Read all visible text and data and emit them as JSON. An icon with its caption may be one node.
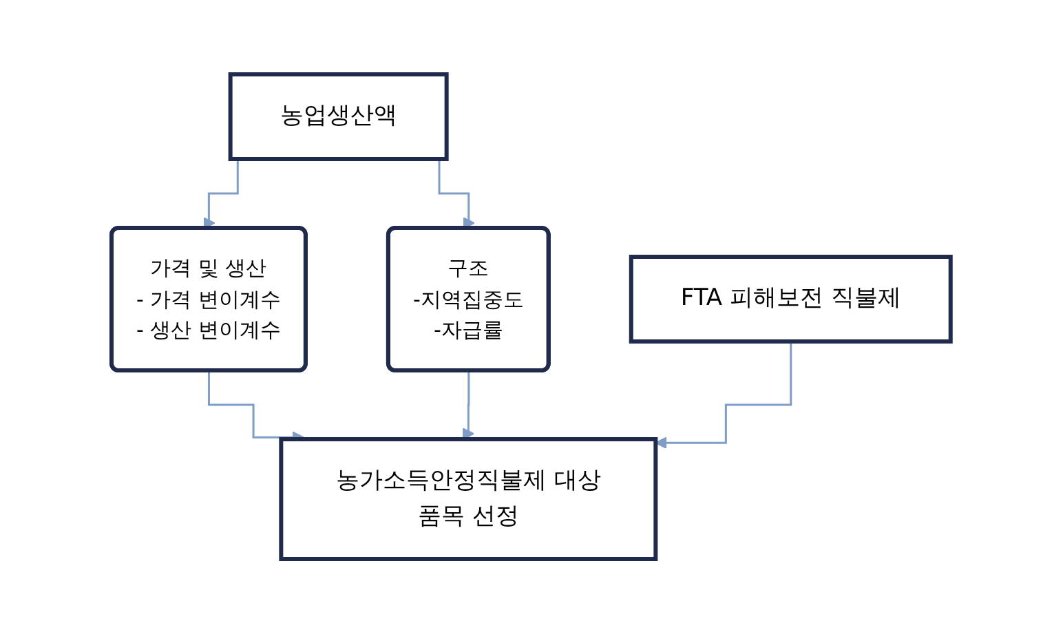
{
  "diagram": {
    "nodes": [
      {
        "text": [
          "농업생산액"
        ]
      },
      {
        "text": [
          "가격 및 생산",
          "- 가격 변이계수",
          "- 생산 변이계수"
        ]
      },
      {
        "text": [
          "구조",
          "-지역집중도",
          "-자급률"
        ]
      },
      {
        "text": [
          "FTA 피해보전 직불제"
        ]
      },
      {
        "text": [
          "농가소득안정직불제 대상품목 선정"
        ]
      }
    ],
    "edges": [
      {
        "from": 0,
        "to": 1,
        "arrow": "to"
      },
      {
        "from": 0,
        "to": 2,
        "arrow": "to"
      },
      {
        "from": 1,
        "to": 4,
        "arrow": "to"
      },
      {
        "from": 2,
        "to": 4,
        "arrow": "to"
      },
      {
        "from": 3,
        "to": 4,
        "arrow": "to"
      }
    ]
  }
}
